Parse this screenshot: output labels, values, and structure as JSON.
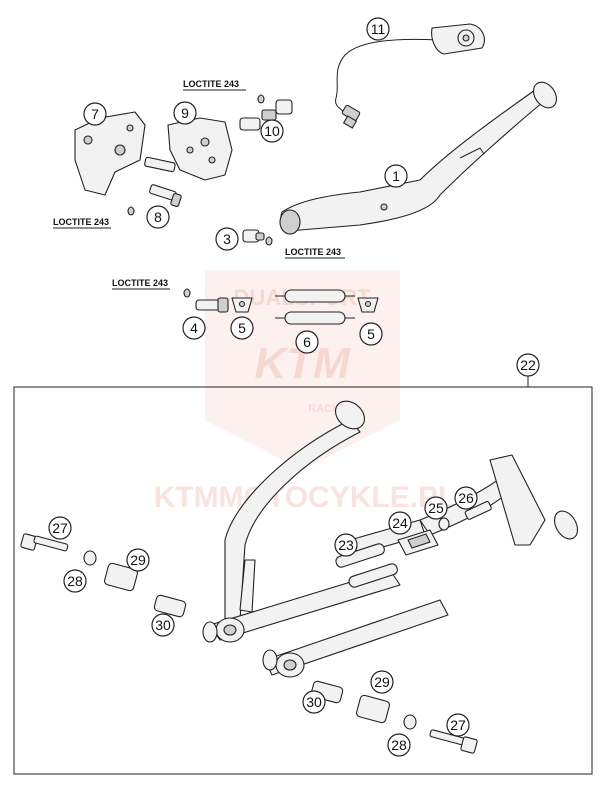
{
  "labels": {
    "loctite": "LOCTITE 243"
  },
  "callouts": {
    "n1": "1",
    "n3": "3",
    "n4": "4",
    "n5a": "5",
    "n5b": "5",
    "n6": "6",
    "n7": "7",
    "n8": "8",
    "n9": "9",
    "n10": "10",
    "n11": "11",
    "n22": "22",
    "n23": "23",
    "n24": "24",
    "n25": "25",
    "n26": "26",
    "n27a": "27",
    "n27b": "27",
    "n28a": "28",
    "n28b": "28",
    "n29a": "29",
    "n29b": "29",
    "n30a": "30",
    "n30b": "30"
  },
  "watermark": {
    "site": "KTMMOTOCYKLE.PL",
    "brand": "KTM",
    "top": "DUALSPORT",
    "racing": "RACING",
    "color": "#e05a3a"
  }
}
